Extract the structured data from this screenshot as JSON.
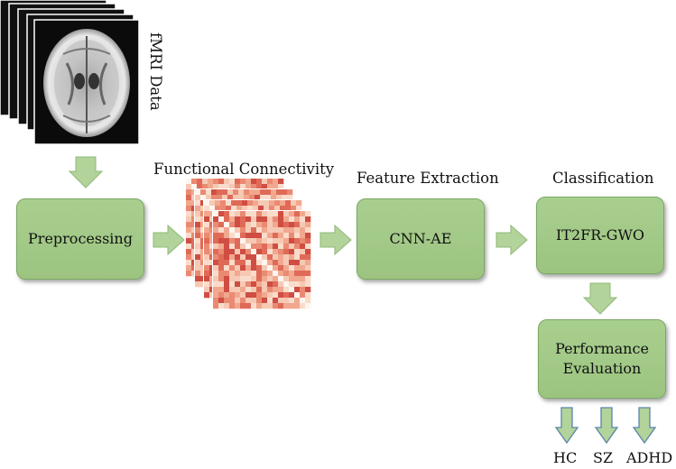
{
  "diagram": {
    "fmri_label": "fMRI Data",
    "functional_connectivity_label": "Functional Connectivity",
    "feature_extraction_label": "Feature Extraction",
    "classification_label": "Classification",
    "nodes": {
      "preprocessing": "Preprocessing",
      "cnn_ae": "CNN-AE",
      "it2fr_gwo": "IT2FR-GWO",
      "performance_evaluation": "Performance\nEvaluation"
    },
    "outputs": [
      "HC",
      "SZ",
      "ADHD"
    ]
  },
  "colors": {
    "box_fill": "#a3ca88",
    "box_border": "#7aa762",
    "arrow_fill": "#b2d39a",
    "down_arrow_stroke": "#5b86a8",
    "matrix_base": "#e87a6b"
  }
}
